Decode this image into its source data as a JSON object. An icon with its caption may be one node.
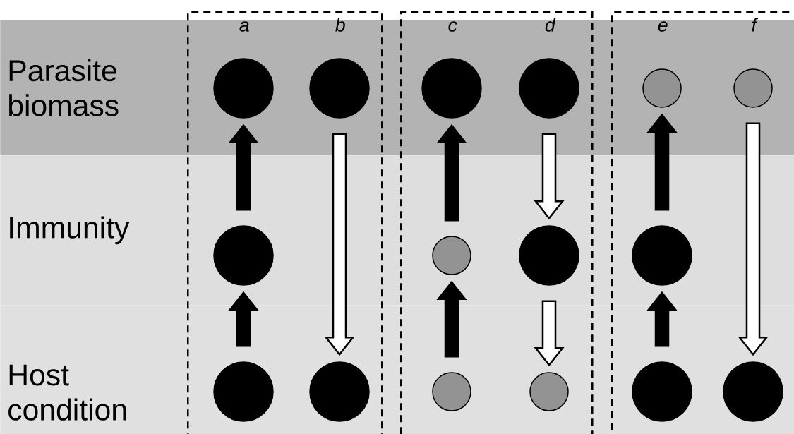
{
  "diagram": {
    "nodes": [
      {
        "text": [
          "Parasite biomass"
        ]
      },
      {
        "text": [
          "Immunity"
        ]
      },
      {
        "text": [
          "Host condition"
        ]
      },
      {
        "text": [
          "a",
          "b"
        ]
      },
      {
        "text": [],
        "shape": "circle"
      },
      {
        "text": [],
        "shape": "circle"
      },
      {
        "text": [],
        "shape": "circle"
      },
      {
        "text": [],
        "shape": "circle"
      },
      {
        "text": [],
        "shape": "circle"
      },
      {
        "text": [
          "c",
          "d"
        ]
      },
      {
        "text": [],
        "shape": "circle"
      },
      {
        "text": [],
        "shape": "circle"
      },
      {
        "text": [],
        "shape": "circle"
      },
      {
        "text": [],
        "shape": "circle"
      },
      {
        "text": [],
        "shape": "circle"
      },
      {
        "text": [],
        "shape": "circle"
      },
      {
        "text": [
          "e",
          "f"
        ]
      },
      {
        "text": [],
        "shape": "circle"
      },
      {
        "text": [],
        "shape": "circle"
      },
      {
        "text": [],
        "shape": "circle"
      },
      {
        "text": [],
        "shape": "circle"
      },
      {
        "text": [],
        "shape": "circle"
      }
    ],
    "edges": [
      {
        "from": 6,
        "to": 4,
        "arrow": "to"
      },
      {
        "from": 7,
        "to": 6,
        "arrow": "to"
      },
      {
        "from": 5,
        "to": 8,
        "arrow": "to",
        "color": "#ffffff"
      },
      {
        "from": 12,
        "to": 10,
        "arrow": "to"
      },
      {
        "from": 14,
        "to": 12,
        "arrow": "to"
      },
      {
        "from": 11,
        "to": 13,
        "arrow": "to",
        "color": "#ffffff"
      },
      {
        "from": 13,
        "to": 15,
        "arrow": "to",
        "color": "#ffffff"
      },
      {
        "from": 19,
        "to": 17,
        "arrow": "to"
      },
      {
        "from": 20,
        "to": 19,
        "arrow": "to"
      },
      {
        "from": 18,
        "to": 21,
        "arrow": "to",
        "color": "#ffffff"
      }
    ]
  }
}
